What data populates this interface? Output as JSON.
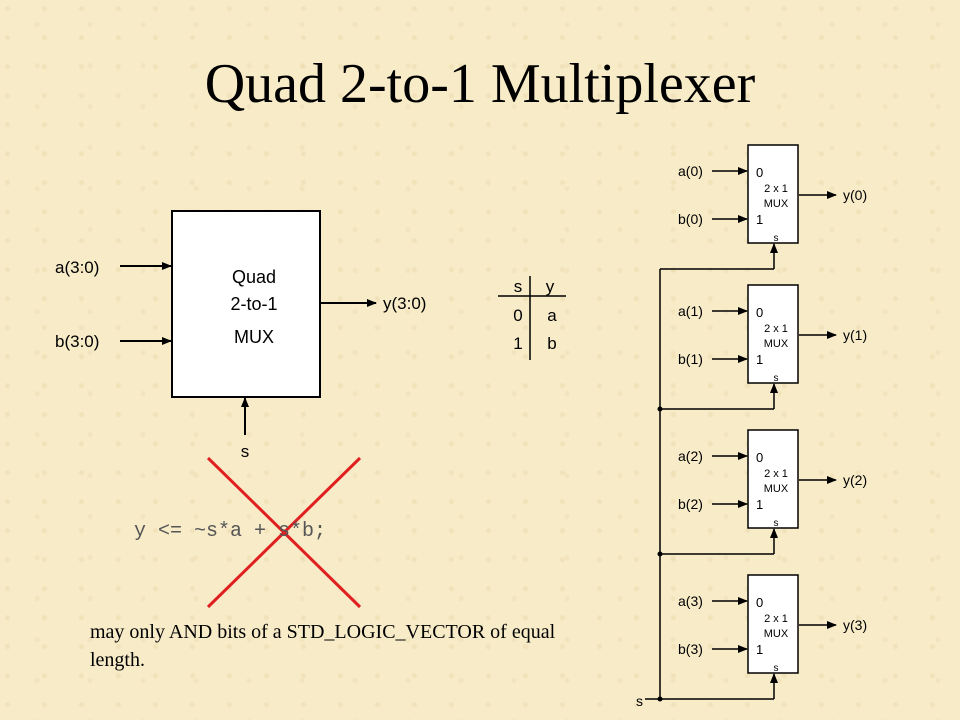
{
  "title": "Quad 2-to-1 Multiplexer",
  "big_mux": {
    "inputs": [
      "a(3:0)",
      "b(3:0)"
    ],
    "output": "y(3:0)",
    "select": "s",
    "body_lines": [
      "Quad",
      "2-to-1",
      "MUX"
    ]
  },
  "truth_table": {
    "headers": [
      "s",
      "y"
    ],
    "rows": [
      [
        "0",
        "a"
      ],
      [
        "1",
        "b"
      ]
    ]
  },
  "small_muxes": [
    {
      "in0": "a(0)",
      "in1": "b(0)",
      "out": "y(0)",
      "port0": "0",
      "port1": "1",
      "label1": "2 x 1",
      "label2": "MUX",
      "sel": "s"
    },
    {
      "in0": "a(1)",
      "in1": "b(1)",
      "out": "y(1)",
      "port0": "0",
      "port1": "1",
      "label1": "2 x 1",
      "label2": "MUX",
      "sel": "s"
    },
    {
      "in0": "a(2)",
      "in1": "b(2)",
      "out": "y(2)",
      "port0": "0",
      "port1": "1",
      "label1": "2 x 1",
      "label2": "MUX",
      "sel": "s"
    },
    {
      "in0": "a(3)",
      "in1": "b(3)",
      "out": "y(3)",
      "port0": "0",
      "port1": "1",
      "label1": "2 x 1",
      "label2": "MUX",
      "sel": "s"
    }
  ],
  "select_bus_label": "s",
  "code": "y <= ~s*a + s*b;",
  "note": "may only AND bits of a STD_LOGIC_VECTOR of equal length.",
  "colors": {
    "cross": "#e02020",
    "code": "#555555"
  }
}
